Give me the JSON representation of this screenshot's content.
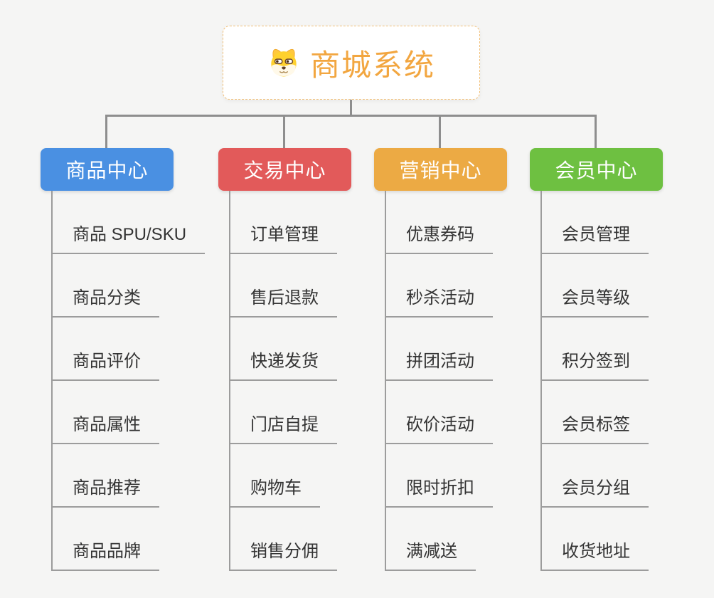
{
  "root": {
    "title": "商城系统",
    "icon": "dog-icon",
    "title_color": "#f2a640",
    "border_color": "#f2c078",
    "background": "#ffffff"
  },
  "canvas": {
    "background_color": "#f5f5f4",
    "connector_color": "#8e8e8e",
    "underline_color": "#9c9c9c",
    "leaf_text_color": "#333333"
  },
  "branches": [
    {
      "label": "商品中心",
      "color": "#4a90e2",
      "children": [
        "商品 SPU/SKU",
        "商品分类",
        "商品评价",
        "商品属性",
        "商品推荐",
        "商品品牌"
      ]
    },
    {
      "label": "交易中心",
      "color": "#e25a5a",
      "children": [
        "订单管理",
        "售后退款",
        "快递发货",
        "门店自提",
        "购物车",
        "销售分佣"
      ]
    },
    {
      "label": "营销中心",
      "color": "#ecaa44",
      "children": [
        "优惠券码",
        "秒杀活动",
        "拼团活动",
        "砍价活动",
        "限时折扣",
        "满减送"
      ]
    },
    {
      "label": "会员中心",
      "color": "#6ec041",
      "children": [
        "会员管理",
        "会员等级",
        "积分签到",
        "会员标签",
        "会员分组",
        "收货地址"
      ]
    }
  ]
}
